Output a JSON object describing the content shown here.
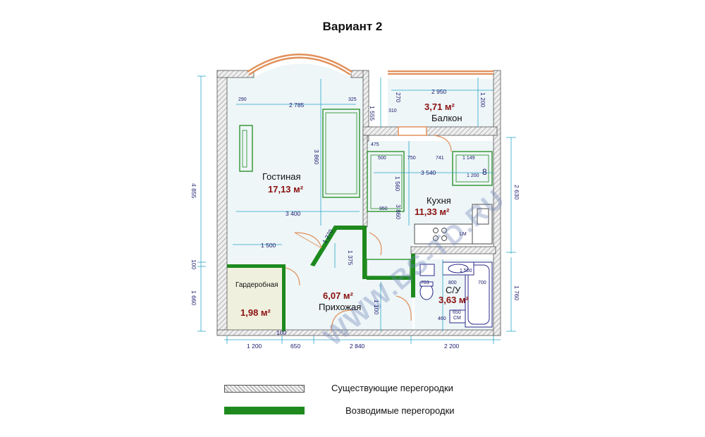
{
  "title": "Вариант 2",
  "colors": {
    "existing_wall_hatch": "#b0b0b0",
    "new_wall": "#1e8a1e",
    "dimension": "#2aa7c8",
    "area_text": "#8b1010",
    "window": "#e0905a"
  },
  "rooms": {
    "living": {
      "name": "Гостиная",
      "area": "17,13 м²"
    },
    "kitchen": {
      "name": "Кухня",
      "area": "11,33 м²"
    },
    "balcony": {
      "name": "Балкон",
      "area": "3,71 м²"
    },
    "hall": {
      "name": "Прихожая",
      "area": "6,07 м²"
    },
    "wardrobe": {
      "name": "Гардеробная",
      "area": "1,98 м²"
    },
    "bath": {
      "name": "С/У",
      "area": "3,63 м²"
    }
  },
  "dimensions": {
    "living_top": "2 785",
    "living_mid": "3 400",
    "living_low": "1 500",
    "living_290": "290",
    "living_325": "325",
    "living_height": "3 860",
    "left_total": "4 855",
    "left_100": "100",
    "left_1660": "1 660",
    "balcony_width": "2 950",
    "balcony_270": "270",
    "balcony_310": "310",
    "balcony_1200": "1 200",
    "balcony_1555": "1 555",
    "kitchen_475": "475",
    "kitchen_500": "500",
    "kitchen_750": "750",
    "kitchen_741": "741",
    "kitchen_1149": "1 149",
    "kitchen_3540": "3 540",
    "kitchen_1200": "1 200",
    "kitchen_1560": "1 560",
    "kitchen_950": "950",
    "kitchen_3860": "3 860",
    "kitchen_8": "8",
    "right_2630": "2 630",
    "right_1760": "1 760",
    "hall_1270": "1 270",
    "hall_1375": "1 375",
    "hall_1100": "1 100",
    "bath_1500": "1 500",
    "bath_703": "703",
    "bath_800": "800",
    "bath_700": "700",
    "bath_650": "650",
    "bath_460": "460",
    "bottom_100": "100",
    "bottom_1200": "1 200",
    "bottom_650": "650",
    "bottom_2840": "2 840",
    "bottom_2200": "2 200",
    "lm": "LM",
    "cm": "CM"
  },
  "watermark": "WWW.BS-TD.RU",
  "legend": {
    "existing": "Существующие перегородки",
    "new": "Возводимые перегородки"
  }
}
